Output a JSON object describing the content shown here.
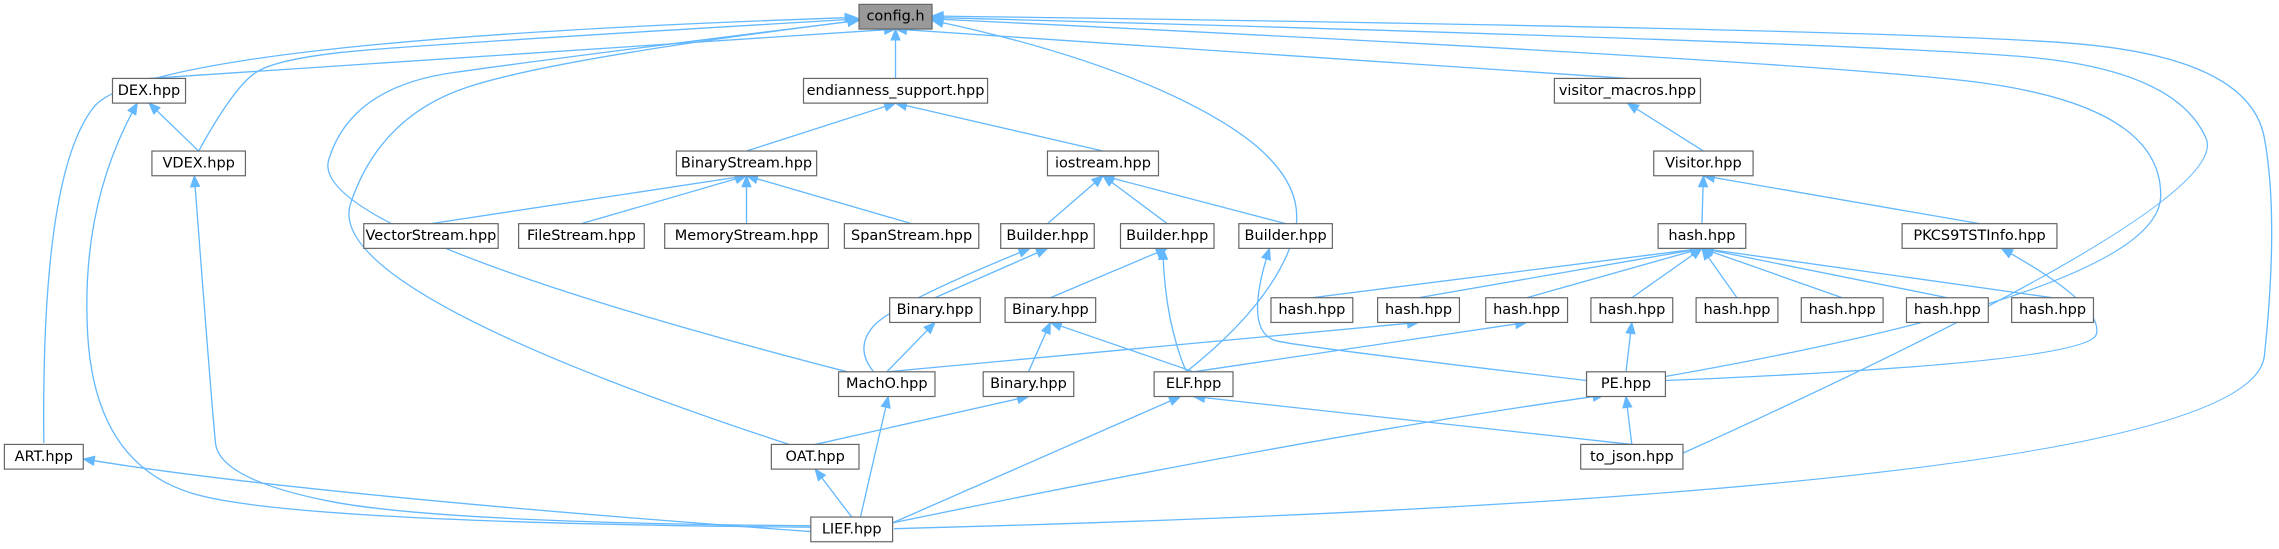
{
  "graph": {
    "edge_color": "#63b8ff",
    "root_fill": "#999999",
    "nodes": [
      {
        "id": "config",
        "label": "config.h"
      },
      {
        "id": "dex",
        "label": "DEX.hpp"
      },
      {
        "id": "endian",
        "label": "endianness_support.hpp"
      },
      {
        "id": "visitor_macros",
        "label": "visitor_macros.hpp"
      },
      {
        "id": "vdex",
        "label": "VDEX.hpp"
      },
      {
        "id": "binarystream",
        "label": "BinaryStream.hpp"
      },
      {
        "id": "iostream",
        "label": "iostream.hpp"
      },
      {
        "id": "visitor",
        "label": "Visitor.hpp"
      },
      {
        "id": "vectorstream",
        "label": "VectorStream.hpp"
      },
      {
        "id": "filestream",
        "label": "FileStream.hpp"
      },
      {
        "id": "memorystream",
        "label": "MemoryStream.hpp"
      },
      {
        "id": "spanstream",
        "label": "SpanStream.hpp"
      },
      {
        "id": "builder_macho",
        "label": "Builder.hpp"
      },
      {
        "id": "builder_elf",
        "label": "Builder.hpp"
      },
      {
        "id": "builder_pe",
        "label": "Builder.hpp"
      },
      {
        "id": "hash_main",
        "label": "hash.hpp"
      },
      {
        "id": "pkcs9",
        "label": "PKCS9TSTInfo.hpp"
      },
      {
        "id": "binary_macho",
        "label": "Binary.hpp"
      },
      {
        "id": "binary_elf",
        "label": "Binary.hpp"
      },
      {
        "id": "hash1",
        "label": "hash.hpp"
      },
      {
        "id": "hash2",
        "label": "hash.hpp"
      },
      {
        "id": "hash3",
        "label": "hash.hpp"
      },
      {
        "id": "hash4",
        "label": "hash.hpp"
      },
      {
        "id": "hash5",
        "label": "hash.hpp"
      },
      {
        "id": "hash6",
        "label": "hash.hpp"
      },
      {
        "id": "hash7",
        "label": "hash.hpp"
      },
      {
        "id": "hash8",
        "label": "hash.hpp"
      },
      {
        "id": "macho",
        "label": "MachO.hpp"
      },
      {
        "id": "binary_oat",
        "label": "Binary.hpp"
      },
      {
        "id": "elf",
        "label": "ELF.hpp"
      },
      {
        "id": "pe",
        "label": "PE.hpp"
      },
      {
        "id": "art",
        "label": "ART.hpp"
      },
      {
        "id": "oat",
        "label": "OAT.hpp"
      },
      {
        "id": "tojson",
        "label": "to_json.hpp"
      },
      {
        "id": "lief",
        "label": "LIEF.hpp"
      }
    ]
  }
}
